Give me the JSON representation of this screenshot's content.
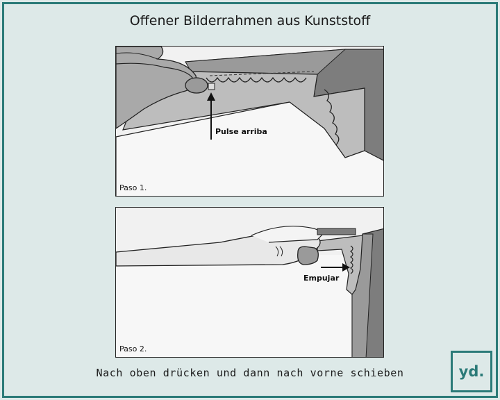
{
  "title": "Offener Bilderrahmen aus Kunststoff",
  "panels": [
    {
      "step_label": "Paso 1.",
      "instruction": "Pulse arriba"
    },
    {
      "step_label": "Paso 2.",
      "instruction": "Empujar"
    }
  ],
  "caption": "Nach oben drücken und dann nach vorne schieben",
  "logo": "yd.",
  "colors": {
    "accent": "#2b7a78",
    "background": "#dde9e8"
  }
}
